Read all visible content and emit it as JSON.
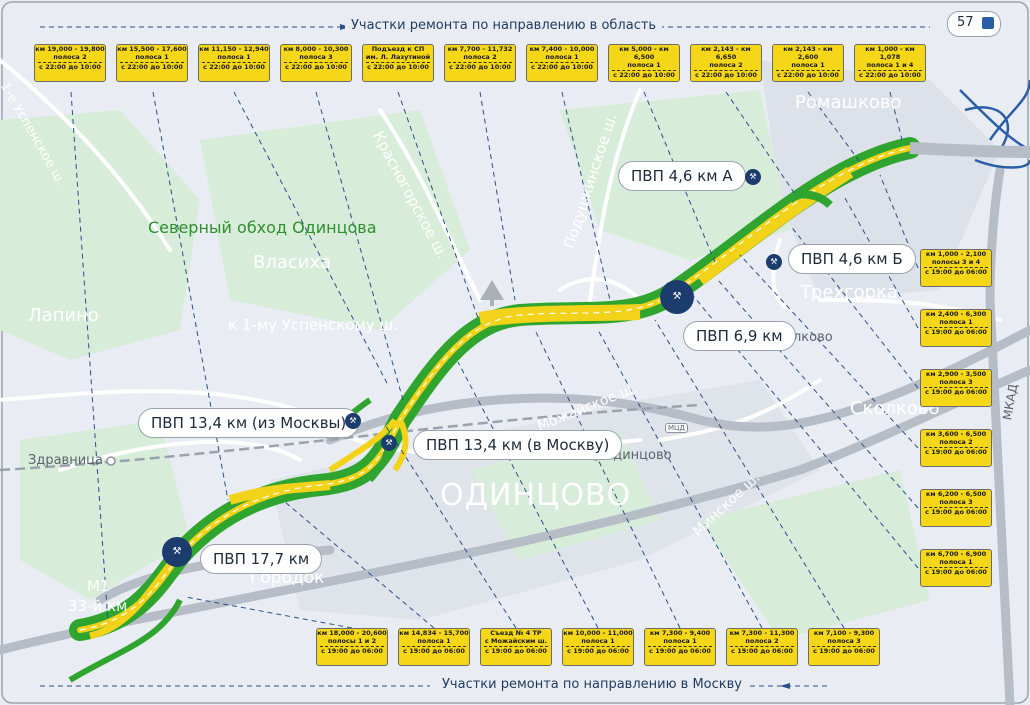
{
  "headers": {
    "top": "Участки ремонта по направлению в область",
    "bottom": "Участки ремонта по направлению в Москву"
  },
  "route_badge": "57",
  "places": {
    "ramashkovo": "Ромашково",
    "vlasikha": "Власиха",
    "lapino": "Лапино",
    "trekhgorka": "Трехгорка",
    "odintsovo": "ОДИНЦОВО",
    "gorodok_1": "й",
    "gorodok_2": "Городок",
    "skolkovo_big": "Сколково",
    "m1": "М1",
    "km33": "33-й км",
    "zdravnitsa": "Здравница",
    "odintsovo_st": "Одинцово",
    "skolkovo_st": "олково",
    "mkad": "МКАД",
    "mcd": "МЦД"
  },
  "roads": {
    "uspenskoe": "1-е Успенское ш.",
    "krasnogorskoe": "Красногорское ш.",
    "podushkinskoe": "Подушкинское ш.",
    "to_uspenskoe": "к 1-му Успенскому ш.",
    "mozhayskoe": "Можайское ш.",
    "minskoe": "Минское ш."
  },
  "highway_name": "Северный обход Одинцова",
  "interchanges": [
    "ПВП 4,6 км А",
    "ПВП 4,6 км Б",
    "ПВП 6,9 км",
    "ПВП 13,4 км (из Москвы)",
    "ПВП 13,4 км (в Москву)",
    "ПВП 17,7 км"
  ],
  "top_boxes": [
    {
      "l1": "км 19,000 - 19,800",
      "l2": "полоса 2",
      "t": "с 22:00 до 10:00"
    },
    {
      "l1": "км 15,500 - 17,600",
      "l2": "полоса 1",
      "t": "с 22:00 до 10:00"
    },
    {
      "l1": "км 11,150 - 12,940",
      "l2": "полоса 1",
      "t": "с 22:00 до 10:00"
    },
    {
      "l1": "км 8,000 - 10,300",
      "l2": "полоса 3",
      "t": "с 22:00 до 10:00"
    },
    {
      "l1": "Подъезд к СП",
      "l2": "им. Л. Лазутиной",
      "t": "с 22:00 до 10:00"
    },
    {
      "l1": "км 7,700 - 11,732",
      "l2": "полоса 2",
      "t": "с 22:00 до 10:00"
    },
    {
      "l1": "км 7,400 - 10,000",
      "l2": "полоса 1",
      "t": "с 22:00 до 10:00"
    },
    {
      "l1": "км 5,000 - км 6,500",
      "l2": "полоса 1",
      "t": "с 22:00 до 10:00"
    },
    {
      "l1": "км 2,143 - км 6,650",
      "l2": "полоса 2",
      "t": "с 22:00 до 10:00"
    },
    {
      "l1": "км 2,143 - км 2,600",
      "l2": "полоса 1",
      "t": "с 22:00 до 10:00"
    },
    {
      "l1": "км 1,000 - км 1,078",
      "l2": "полоса 1 и 4",
      "t": "с 22:00 до 10:00"
    }
  ],
  "right_boxes": [
    {
      "l1": "км 1,000 - 2,100",
      "l2": "полосы 3 и 4",
      "t": "с 19:00 до 06:00"
    },
    {
      "l1": "км 2,400 - 6,300",
      "l2": "полоса 1",
      "t": "с 19:00 до 06:00"
    },
    {
      "l1": "км 2,900 - 3,500",
      "l2": "полоса 3",
      "t": "с 19:00 до 06:00"
    },
    {
      "l1": "км 3,600 - 6,500",
      "l2": "полоса 2",
      "t": "с 19:00 до 06:00"
    },
    {
      "l1": "км 6,200 - 6,500",
      "l2": "полоса 3",
      "t": "с 19:00 до 06:00"
    },
    {
      "l1": "км 6,700 - 6,900",
      "l2": "полоса 1",
      "t": "с 19:00 до 06:00"
    }
  ],
  "bottom_boxes": [
    {
      "l1": "км 18,000 - 20,600",
      "l2": "полосы 1 и 2",
      "t": "с 19:00 до 06:00"
    },
    {
      "l1": "км 14,834 - 15,700",
      "l2": "полоса 1",
      "t": "с 19:00 до 06:00"
    },
    {
      "l1": "Съезд № 4 ТР",
      "l2": "с Можайским ш.",
      "t": "с 19:00 до 06:00"
    },
    {
      "l1": "км 10,000 - 11,000",
      "l2": "полоса 1",
      "t": "с 19:00 до 06:00"
    },
    {
      "l1": "км 7,300 - 9,400",
      "l2": "полоса 1",
      "t": "с 19:00 до 06:00"
    },
    {
      "l1": "км 7,300 - 11,300",
      "l2": "полоса 2",
      "t": "с 19:00 до 06:00"
    },
    {
      "l1": "км 7,100 - 9,300",
      "l2": "полоса 3",
      "t": "с 19:00 до 06:00"
    }
  ],
  "colors": {
    "road_green": "#2fa52f",
    "repair_yellow": "#f3d21a",
    "badge_blue": "#1d3c6e",
    "map_bg": "#e9edf3"
  }
}
